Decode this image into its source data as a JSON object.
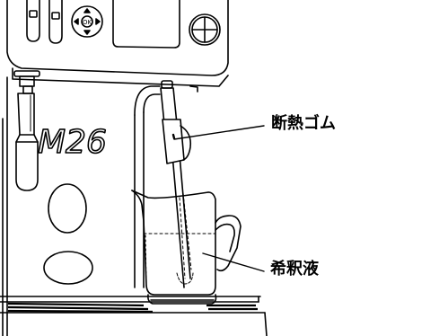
{
  "labels": {
    "insulation_rubber": "断熱ゴム",
    "diluent": "希釈液"
  },
  "machine": {
    "model": "M26",
    "button_ok": "OK"
  },
  "colors": {
    "line": "#000000",
    "background": "#ffffff",
    "hatch": "#000000"
  }
}
